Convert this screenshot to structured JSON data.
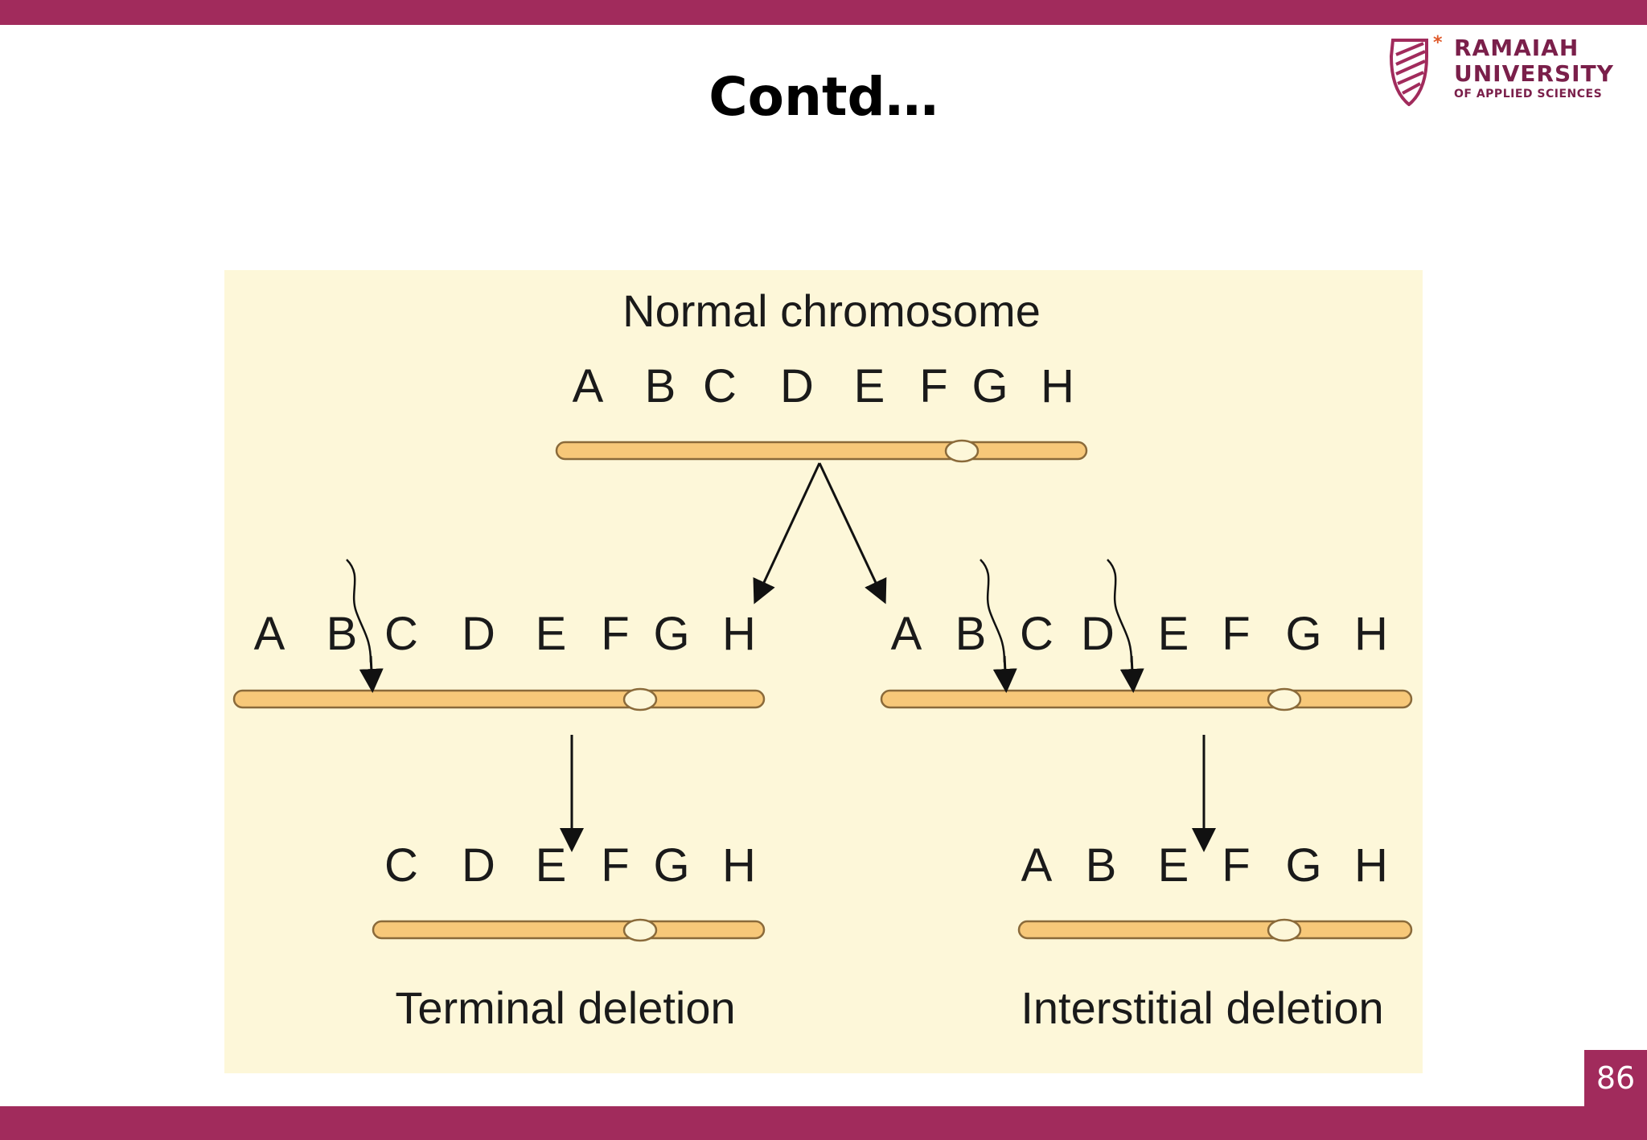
{
  "slide": {
    "title": "Contd…",
    "page_number": "86"
  },
  "logo": {
    "line1": "RAMAIAH",
    "line2": "UNIVERSITY",
    "line3": "OF APPLIED SCIENCES"
  },
  "diagram": {
    "normal_label": "Normal chromosome",
    "normal_genes": [
      "A",
      "B",
      "C",
      "D",
      "E",
      "F",
      "G",
      "H"
    ],
    "terminal_break_genes": [
      "A",
      "B",
      "C",
      "D",
      "E",
      "F",
      "G",
      "H"
    ],
    "interstitial_break_genes": [
      "A",
      "B",
      "C",
      "D",
      "E",
      "F",
      "G",
      "H"
    ],
    "terminal_result_genes": [
      "C",
      "D",
      "E",
      "F",
      "G",
      "H"
    ],
    "interstitial_result_genes": [
      "A",
      "B",
      "E",
      "F",
      "G",
      "H"
    ],
    "terminal_label": "Terminal deletion",
    "interstitial_label": "Interstitial deletion"
  },
  "colors": {
    "brand": "#a12b5c",
    "diagram_background": "#fdf7d9",
    "chromosome_fill": "#f7c879",
    "chromosome_stroke": "#8a6a3a"
  }
}
